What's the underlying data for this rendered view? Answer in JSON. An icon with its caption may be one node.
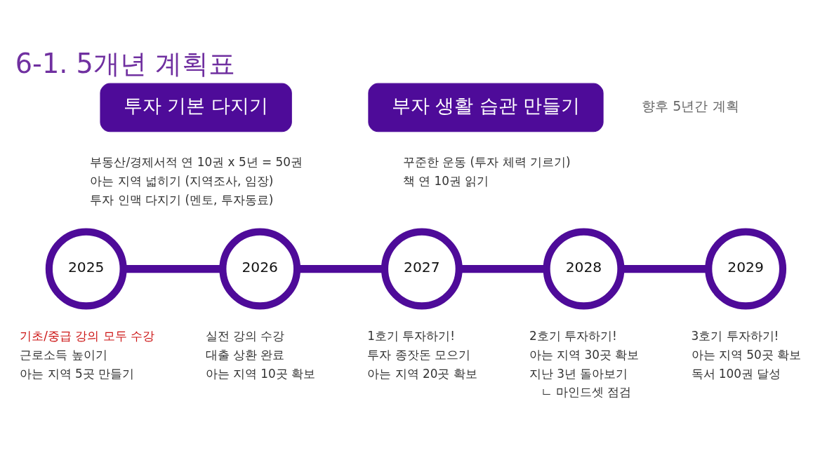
{
  "diagram": {
    "title": "6-1. 5개년 계획표",
    "nodes": [
      {
        "text": [
          "투자 기본 다지기"
        ],
        "beside": [
          "부동산/경제서적 연 10권 x 5년 = 50권",
          "아는 지역 넓히기 (지역조사, 임장)",
          "투자 인맥 다지기 (멘토, 투자동료)"
        ]
      },
      {
        "text": [
          "부자 생활 습관 만들기"
        ],
        "beside": [
          "꾸준한 운동 (투자 체력 기르기)",
          "책 연 10권 읽기"
        ]
      },
      {
        "text": [
          "2025"
        ],
        "beside": [
          "기초/중급 강의 모두 수강",
          "근로소득 높이기",
          "아는 지역 5곳 만들기"
        ]
      },
      {
        "text": [
          "2026"
        ],
        "beside": [
          "실전 강의 수강",
          "대출 상환 완료",
          "아는 지역 10곳 확보"
        ]
      },
      {
        "text": [
          "2027"
        ],
        "beside": [
          "1호기 투자하기!",
          "투자 종잣돈 모으기",
          "아는 지역 20곳 확보"
        ]
      },
      {
        "text": [
          "2028"
        ],
        "beside": [
          "2호기 투자하기!",
          "아는 지역 30곳 확보",
          "지난 3년 돌아보기",
          "ㄴ 마인드셋 점검"
        ]
      },
      {
        "text": [
          "2029"
        ],
        "beside": [
          "3호기 투자하기!",
          "아는 지역 50곳 확보",
          "독서 100권 달성"
        ]
      }
    ],
    "edges": [
      {
        "from": 2,
        "to": 3,
        "arrow": "none"
      },
      {
        "from": 3,
        "to": 4,
        "arrow": "none"
      },
      {
        "from": 4,
        "to": 5,
        "arrow": "none"
      },
      {
        "from": 5,
        "to": 6,
        "arrow": "none"
      }
    ],
    "labels": [
      "향후 5년간 계획"
    ]
  }
}
